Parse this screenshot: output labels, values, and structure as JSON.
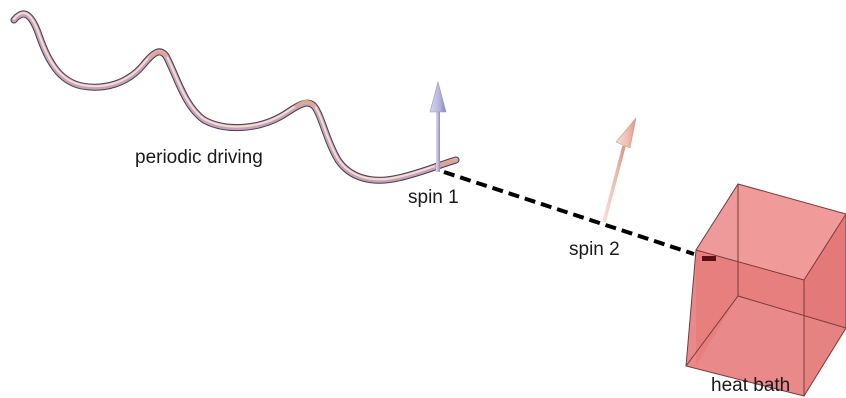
{
  "labels": {
    "periodic_driving": "periodic driving",
    "spin_1": "spin 1",
    "spin_2": "spin 2",
    "heat_bath": "heat bath"
  },
  "colors": {
    "tube_light": "#f2e4dd",
    "tube_mid": "#c9a9bd",
    "tube_dark": "#6f5a7c",
    "tube_warm": "#d9a890",
    "arrow_spin1": "#b9b6dd",
    "arrow_spin2": "#f0c4b8",
    "coupling_line": "#000000",
    "bath_fill": "#e87878",
    "bath_edge": "#7a3a3a",
    "bath_marker": "#5a1010"
  },
  "icons": {
    "spin_1_arrow": "up-arrow-icon",
    "spin_2_arrow": "tilted-arrow-icon"
  }
}
